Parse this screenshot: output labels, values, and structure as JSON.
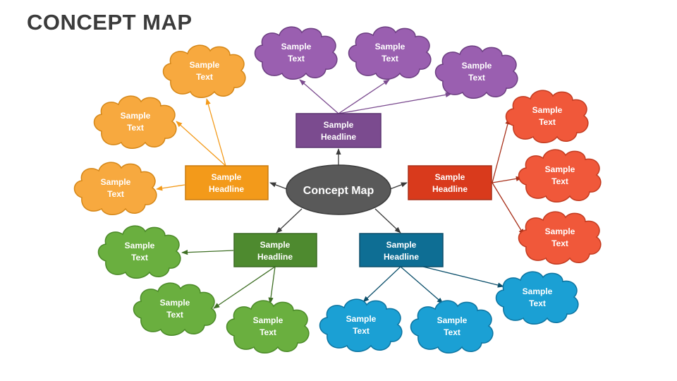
{
  "title": "CONCEPT MAP",
  "center": {
    "label": "Concept Map",
    "color": "#595959"
  },
  "branches": [
    {
      "id": "purple",
      "headline": [
        "Sample",
        "Headline"
      ],
      "color": "#7b4b8f",
      "cloud_color": "#9a5fb0",
      "items": [
        {
          "line1": "Sample",
          "line2": "Text"
        },
        {
          "line1": "Sample",
          "line2": "Text"
        },
        {
          "line1": "Sample",
          "line2": "Text"
        }
      ]
    },
    {
      "id": "orange",
      "headline": [
        "Sample",
        "Headline"
      ],
      "color": "#f39a1a",
      "cloud_color": "#f7a93f",
      "items": [
        {
          "line1": "Sample",
          "line2": "Text"
        },
        {
          "line1": "Sample",
          "line2": "Text"
        },
        {
          "line1": "Sample",
          "line2": "Text"
        }
      ]
    },
    {
      "id": "red",
      "headline": [
        "Sample",
        "Headline"
      ],
      "color": "#d93a1c",
      "cloud_color": "#f0583a",
      "items": [
        {
          "line1": "Sample",
          "line2": "Text"
        },
        {
          "line1": "Sample",
          "line2": "Text"
        },
        {
          "line1": "Sample",
          "line2": "Text"
        }
      ]
    },
    {
      "id": "green",
      "headline": [
        "Sample",
        "Headline"
      ],
      "color": "#4e8a2f",
      "cloud_color": "#6aaf3f",
      "items": [
        {
          "line1": "Sample",
          "line2": "Text"
        },
        {
          "line1": "Sample",
          "line2": "Text"
        },
        {
          "line1": "Sample",
          "line2": "Text"
        }
      ]
    },
    {
      "id": "blue",
      "headline": [
        "Sample",
        "Headline"
      ],
      "color": "#0e6e94",
      "cloud_color": "#1ba0d4",
      "items": [
        {
          "line1": "Sample",
          "line2": "Text"
        },
        {
          "line1": "Sample",
          "line2": "Text"
        },
        {
          "line1": "Sample",
          "line2": "Text"
        }
      ]
    }
  ]
}
